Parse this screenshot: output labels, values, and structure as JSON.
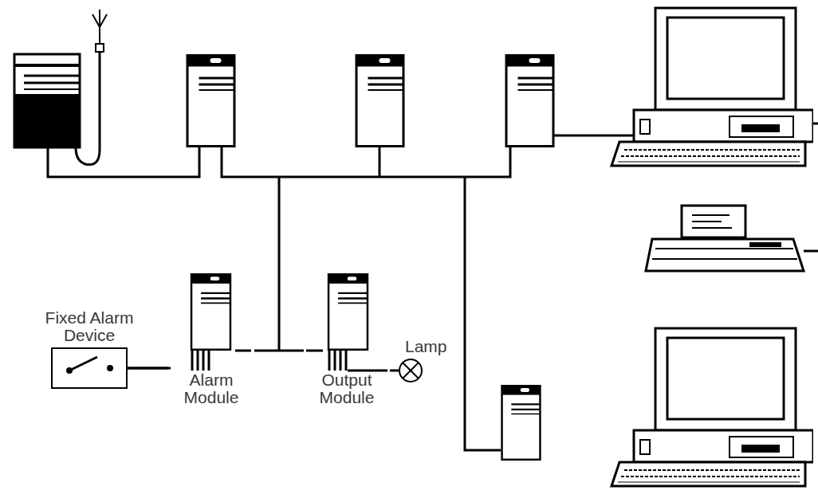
{
  "diagram": {
    "nodes": [
      {
        "text": [
          "Fixed Alarm Device"
        ]
      },
      {
        "text": [
          "Alarm Module"
        ]
      },
      {
        "text": [
          "Output Module"
        ]
      },
      {
        "text": [
          "Lamp"
        ]
      }
    ],
    "edges": [
      {
        "from": 0,
        "to": 1,
        "arrow": "none"
      },
      {
        "from": 1,
        "to": 2,
        "arrow": "none"
      },
      {
        "from": 2,
        "to": 3,
        "arrow": "none"
      }
    ]
  }
}
